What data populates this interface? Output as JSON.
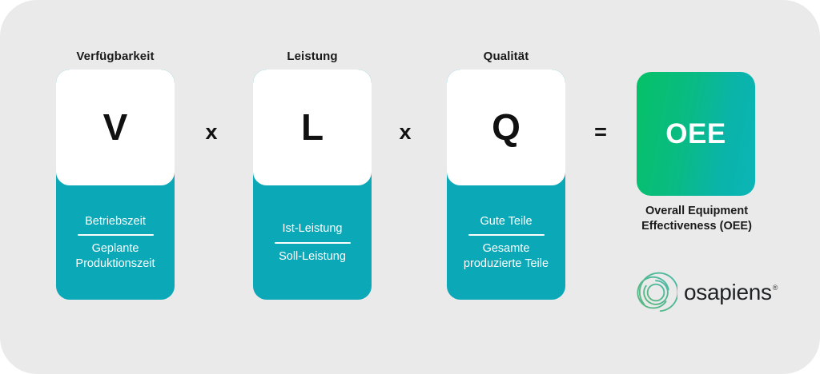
{
  "diagram": {
    "type": "formula",
    "title_visible": false,
    "background_color": "#eaeaea",
    "accent_color": "#0ba8b8",
    "result_gradient_from": "#06c167",
    "result_gradient_to": "#0bb5b8",
    "factors": [
      {
        "title": "Verfügbarkeit",
        "letter": "V",
        "numerator": "Betriebszeit",
        "denominator": "Geplante\nProduktionszeit"
      },
      {
        "title": "Leistung",
        "letter": "L",
        "numerator": "Ist-Leistung",
        "denominator": "Soll-Leistung"
      },
      {
        "title": "Qualität",
        "letter": "Q",
        "numerator": "Gute Teile",
        "denominator": "Gesamte\nproduzierte Teile"
      }
    ],
    "operators": [
      {
        "symbol": "x",
        "name": "multiply"
      },
      {
        "symbol": "x",
        "name": "multiply"
      },
      {
        "symbol": "=",
        "name": "equals"
      }
    ],
    "result": {
      "letters": "OEE",
      "caption": "Overall Equipment\nEffectiveness (OEE)"
    }
  },
  "logo": {
    "wordmark": "osapiens",
    "registered_mark": "®",
    "mark_icon": "osapiens-spiral-icon"
  }
}
